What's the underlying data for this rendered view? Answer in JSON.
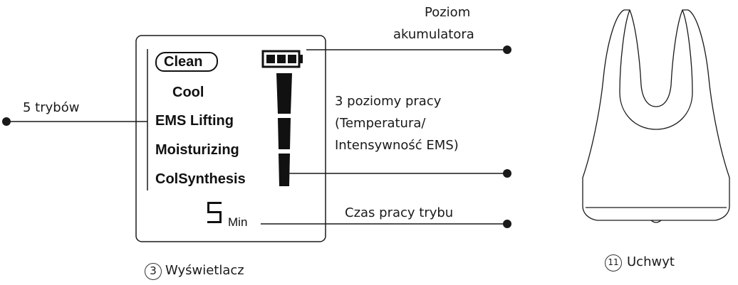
{
  "display": {
    "modes": {
      "clean": "Clean",
      "cool": "Cool",
      "ems_lifting": "EMS Lifting",
      "moisturizing": "Moisturizing",
      "colsynthesis": "ColSynthesis"
    },
    "timer_digit": "5",
    "timer_unit": "Min"
  },
  "callouts": {
    "modes_count": "5 trybów",
    "battery_line1": "Poziom",
    "battery_line2": "akumulatora",
    "levels_line1": "3 poziomy pracy",
    "levels_line2": "(Temperatura/",
    "levels_line3": "Intensywność EMS)",
    "mode_time": "Czas pracy trybu"
  },
  "captions": {
    "display_number": "3",
    "display_label": "Wyświetlacz",
    "holder_number": "11",
    "holder_label": "Uchwyt"
  }
}
